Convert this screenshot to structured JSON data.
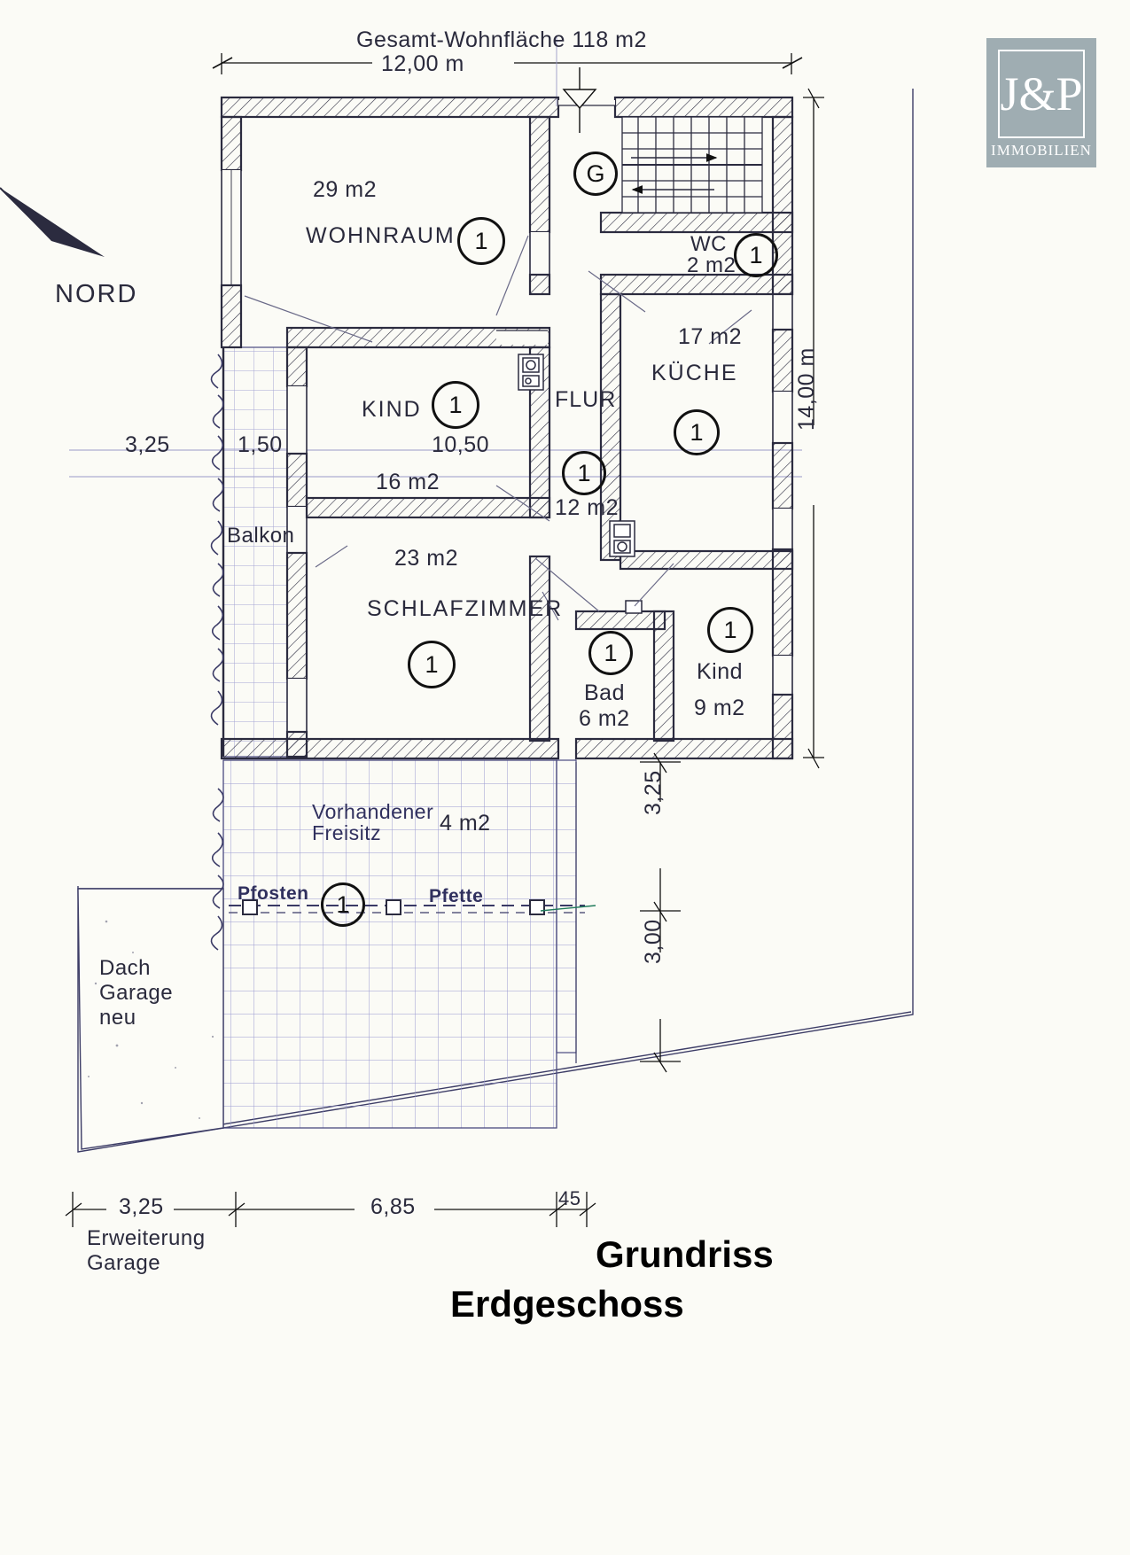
{
  "document": {
    "title_line1": "Grundriss",
    "title_line2": "Erdgeschoss",
    "header_note": "Gesamt-Wohnfläche 118 m2",
    "north_label": "NORD"
  },
  "logo": {
    "mark": "J&P",
    "subtitle": "IMMOBILIEN",
    "bg_color": "#9fadb2",
    "text_color": "#ffffff"
  },
  "dimensions": {
    "top_overall": "12,00 m",
    "right_overall": "14,00 m",
    "left_offset": "3,25",
    "balcony_width": "1,50",
    "kind_width": "10,50",
    "right_upper": "3,25",
    "right_lower": "3,00",
    "bottom_garage": "3,25",
    "bottom_terrace": "6,85",
    "bottom_small": "45"
  },
  "rooms": [
    {
      "name": "WOHNRAUM",
      "area": "29 m2",
      "marker": "1"
    },
    {
      "name": "KIND",
      "area": "16 m2",
      "marker": "1"
    },
    {
      "name": "SCHLAFZIMMER",
      "area": "23 m2",
      "marker": "1"
    },
    {
      "name": "FLUR",
      "area": "12 m2",
      "marker": "1"
    },
    {
      "name": "KÜCHE",
      "area": "17 m2",
      "marker": "1"
    },
    {
      "name": "WC",
      "area": "2 m2",
      "marker": "1"
    },
    {
      "name": "Bad",
      "area": "6 m2",
      "marker": "1"
    },
    {
      "name": "Kind",
      "area": "9 m2",
      "marker": "1"
    },
    {
      "name": "Balkon",
      "area": "",
      "marker": ""
    },
    {
      "name": "Vorhandener Freisitz",
      "area": "4 m2",
      "marker": "1"
    }
  ],
  "labels": {
    "wohnraum": "WOHNRAUM",
    "wohnraum_area": "29 m2",
    "kind_upper": "KIND",
    "kind_upper_area": "16 m2",
    "kind_width_dim": "10,50",
    "schlafzimmer": "SCHLAFZIMMER",
    "schlafzimmer_area": "23 m2",
    "flur": "FLUR",
    "flur_area": "12 m2",
    "kueche": "KÜCHE",
    "kueche_area": "17 m2",
    "wc": "WC",
    "wc_area": "2 m2",
    "bad": "Bad",
    "bad_area": "6 m2",
    "kind_lower": "Kind",
    "kind_lower_area": "9 m2",
    "balkon": "Balkon",
    "freisitz_l1": "Vorhandener",
    "freisitz_l2": "Freisitz",
    "freisitz_area": "4 m2",
    "pfosten": "Pfosten",
    "pfette": "Pfette",
    "dach_l1": "Dach",
    "dach_l2": "Garage",
    "dach_l3": "neu",
    "erweiterung_l1": "Erweiterung",
    "erweiterung_l2": "Garage",
    "stair_marker": "G",
    "marker_one": "1"
  },
  "colors": {
    "paper": "#fbfbf6",
    "ink": "#2a2a3c",
    "grid_blue": "#8a8ac0",
    "wall": "#2b2b3f",
    "logo": "#9fadb2"
  }
}
